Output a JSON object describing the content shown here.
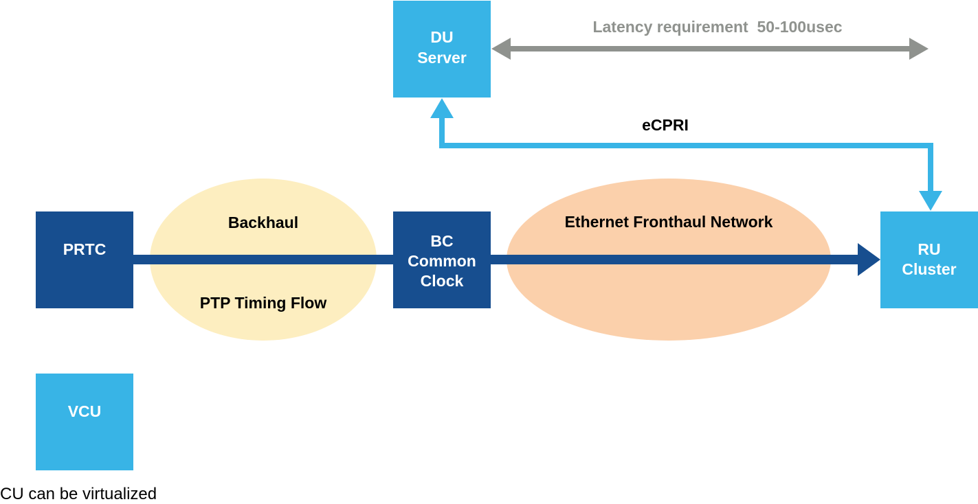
{
  "nodes": {
    "du_server": {
      "line1": "DU",
      "line2": "Server"
    },
    "prtc": {
      "label": "PRTC"
    },
    "bc_clock": {
      "line1": "BC",
      "line2": "Common",
      "line3": "Clock"
    },
    "ru_cluster": {
      "line1": "RU",
      "line2": "Cluster"
    },
    "vcu": {
      "label": "VCU"
    }
  },
  "regions": {
    "backhaul": {
      "title": "Backhaul",
      "subtitle": "PTP Timing Flow"
    },
    "fronthaul": {
      "title": "Ethernet Fronthaul Network"
    }
  },
  "links": {
    "latency": {
      "label": "Latency requirement  50-100usec"
    },
    "ecpri": {
      "label": "eCPRI"
    }
  },
  "caption": "CU can be virtualized",
  "colors": {
    "dark_blue": "#174e8f",
    "light_blue": "#38b4e6",
    "gray_arrow": "#8f928e",
    "backhaul_fill": "#fdeec0",
    "fronthaul_fill": "#fbd0ab"
  }
}
